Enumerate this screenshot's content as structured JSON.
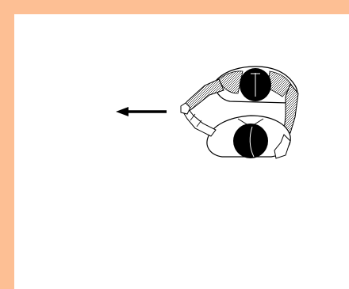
{
  "colors": {
    "frame": "#FDBF94",
    "background": "#FFFFFF",
    "ink": "#000000",
    "shading": "#8A8A8A"
  },
  "scene": {
    "arrow": {
      "direction": "left",
      "icon": "left-arrow-icon"
    },
    "figures": {
      "count": 2,
      "view": "top-down",
      "pose": "pulling"
    }
  }
}
